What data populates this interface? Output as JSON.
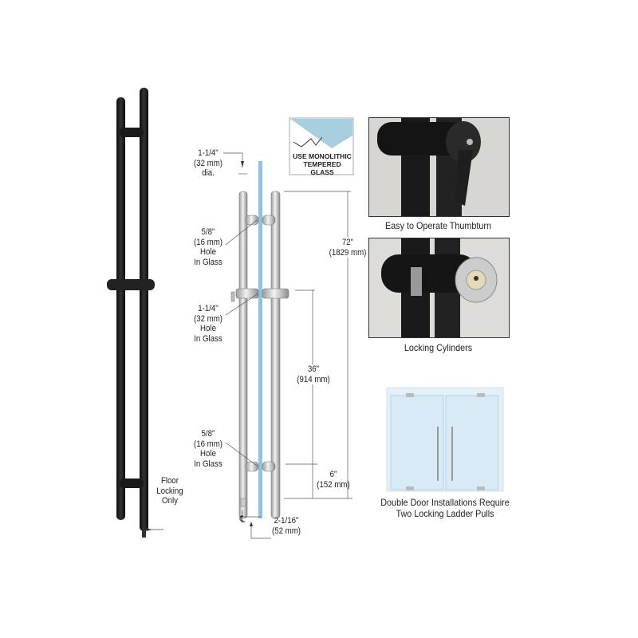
{
  "badge": {
    "line1": "USE MONOLITHIC",
    "line2": "TEMPERED GLASS"
  },
  "dimensions": {
    "tube_dia": [
      "1-1/4\"",
      "(32 mm)",
      "dia."
    ],
    "hole_top": [
      "5/8\"",
      "(16 mm)",
      "Hole",
      "In Glass"
    ],
    "hole_mid": [
      "1-1/4\"",
      "(32 mm)",
      "Hole",
      "In Glass"
    ],
    "hole_bottom": [
      "5/8\"",
      "(16 mm)",
      "Hole",
      "In Glass"
    ],
    "overall_height": [
      "72\"",
      "(1829 mm)"
    ],
    "center_span": [
      "36\"",
      "(914 mm)"
    ],
    "bottom_offset": [
      "6\"",
      "(152 mm)"
    ],
    "projection": [
      "2-1/16\"",
      "(52 mm)"
    ],
    "centerline_symbol": "℄",
    "floor_lock": [
      "Floor",
      "Locking",
      "Only"
    ]
  },
  "captions": {
    "thumbturn": "Easy to Operate Thumbturn",
    "cylinders": "Locking Cylinders",
    "double_door": [
      "Double Door Installations Require",
      "Two Locking Ladder Pulls"
    ]
  },
  "colors": {
    "finish": "#1c1c1c",
    "glass": "#8fc3e6",
    "steel": "#cfcfcf"
  }
}
